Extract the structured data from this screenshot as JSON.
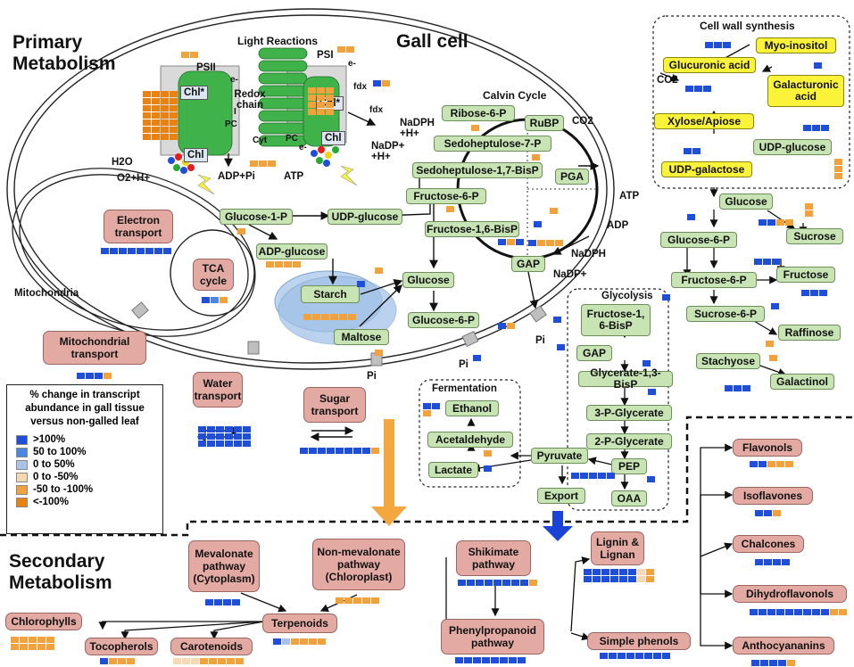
{
  "headings": {
    "primary": "Primary Metabolism",
    "secondary": "Secondary Metabolism",
    "gall_cell": "Gall cell",
    "light_reactions": "Light Reactions",
    "calvin_cycle": "Calvin Cycle",
    "cell_wall": "Cell wall synthesis",
    "mitochondria": "Mitochondria",
    "glycolysis": "Glycolysis",
    "fermentation": "Fermentation"
  },
  "light": {
    "psii": "PSII",
    "psi": "PSI",
    "chl_star_1": "Chl*",
    "chl_star_2": "Chl*",
    "chl_1": "Chl",
    "chl_2": "Chl",
    "redox": "Redox chain",
    "e1": "e-",
    "e2": "e-",
    "e3": "e-",
    "i": "I",
    "pc1": "PC",
    "cyt": "Cyt",
    "pc2": "PC",
    "fdx1": "fdx",
    "fdx2": "fdx",
    "nadph": "NaDPH +H+",
    "nadp": "NaDP+ +H+",
    "h2o": "H2O",
    "o2": "O2+H+",
    "adp": "ADP+Pi",
    "atp": "ATP"
  },
  "calvin": {
    "ribose": "Ribose-6-P",
    "rubp": "RuBP",
    "co2": "CO2",
    "sedo7p": "Sedoheptulose-7-P",
    "sedo17": "Sedoheptulose-1,7-BisP",
    "pga": "PGA",
    "f6p": "Fructose-6-P",
    "atp": "ATP",
    "adp": "ADP",
    "f16": "Fructose-1,6-BisP",
    "nadph": "NaDPH",
    "nadp": "NaDP+",
    "gap": "GAP"
  },
  "starch_path": {
    "g1p": "Glucose-1-P",
    "udpg": "UDP-glucose",
    "adpg": "ADP-glucose",
    "starch": "Starch",
    "glucose": "Glucose",
    "g6p": "Glucose-6-P",
    "maltose": "Maltose",
    "pi1": "Pi",
    "pi2": "Pi",
    "pi3": "Pi"
  },
  "wall": {
    "myo": "Myo-inositol",
    "glucuronic": "Glucuronic acid",
    "co2": "CO2",
    "galacturonic": "Galacturonic acid",
    "xylose": "Xylose/Apiose",
    "udpg": "UDP-glucose",
    "udpgal": "UDP-galactose"
  },
  "cyto": {
    "glucose": "Glucose",
    "g6p": "Glucose-6-P",
    "sucrose": "Sucrose",
    "f6p": "Fructose-6-P",
    "fructose": "Fructose",
    "suc6p": "Sucrose-6-P",
    "raffinose": "Raffinose",
    "stachyose": "Stachyose",
    "galactinol": "Galactinol"
  },
  "glyc": {
    "f16": "Fructose-1, 6-BisP",
    "gap": "GAP",
    "g13": "Glycerate-1,3-BisP",
    "p3g": "3-P-Glycerate",
    "p2g": "2-P-Glycerate",
    "pep": "PEP",
    "oaa": "OAA",
    "pyruvate": "Pyruvate",
    "export": "Export"
  },
  "ferm": {
    "ethanol": "Ethanol",
    "acetaldehyde": "Acetaldehyde",
    "lactate": "Lactate"
  },
  "transport": {
    "electron": "Electron transport",
    "tca": "TCA cycle",
    "mito": "Mitochondrial transport",
    "water": "Water transport",
    "sugar": "Sugar transport"
  },
  "secondary": {
    "mev": "Mevalonate pathway (Cytoplasm)",
    "nonmev": "Non-mevalonate pathway (Chloroplast)",
    "terpenoids": "Terpenoids",
    "chlorophylls": "Chlorophylls",
    "tocopherols": "Tocopherols",
    "carotenoids": "Carotenoids",
    "shikimate": "Shikimate pathway",
    "phenylpropanoid": "Phenylpropanoid pathway",
    "lignin": "Lignin & Lignan",
    "simple_phenols": "Simple phenols",
    "flavonols": "Flavonols",
    "isoflavones": "Isoflavones",
    "chalcones": "Chalcones",
    "dihydroflavonols": "Dihydroflavonols",
    "anthocyananins": "Anthocyananins"
  },
  "legend": {
    "title": "% change in transcript abundance in gall tissue versus non-galled leaf",
    "items": [
      {
        "label": ">100%",
        "color": "#1f4ed8"
      },
      {
        "label": "50 to 100%",
        "color": "#4a87e0"
      },
      {
        "label": "0 to 50%",
        "color": "#a9c3e6"
      },
      {
        "label": "0 to -50%",
        "color": "#f6d9b3"
      },
      {
        "label": "-50 to -100%",
        "color": "#f2a23a"
      },
      {
        "label": "<-100%",
        "color": "#e9820f"
      }
    ]
  },
  "colors": {
    "B": "#1f4ed8",
    "M": "#4a87e0",
    "L": "#a9c3e6",
    "P": "#f6d9b3",
    "O": "#f2a23a",
    "D": "#e9820f"
  },
  "heatmaps": {
    "psii": "OO",
    "psii_side": "DDDDDDDDDDDDDDDDDDDDDDDDDDDD",
    "psi": "OO",
    "psi_side": "OOOOOOOOOOOO",
    "atp": "OOO",
    "fdx": "BO",
    "e_transport": "BBBBBBBB",
    "tca": "BMO",
    "mito": "BBBO",
    "water": "BBBBBBBBBBBBBBBBBB",
    "sugar": "BBBBBBBBO",
    "g1p": "O",
    "adpg": "OOOO",
    "starch": "OOOOOO",
    "starch_b": "B",
    "glucose": "O",
    "maltose": "O",
    "g6p": "BO",
    "pi_g6p": "B",
    "sedo": "O",
    "f6p": "O",
    "f16": "BOB",
    "gap": "BOOO",
    "gap_b": "B",
    "calvin_a": "O",
    "calvin_b": "O",
    "calvin_c": "B",
    "myo": "BBB",
    "glucuronic": "B",
    "co2": "BBB",
    "udpg_w": "BBB",
    "udpg_w2": "BB",
    "side_o": "OOO",
    "glc_c": "BBOO",
    "glc_c2": "B",
    "g6p_c": "BBB",
    "suc": "OO",
    "fructose": "BBB",
    "f6p_c": "B",
    "suc6p": "B",
    "raff": "O",
    "stach": "O",
    "galact": "BBB",
    "glyc_f16": "B",
    "glyc_gap": "B",
    "glyc_g13": "B",
    "pep": "BBBBB",
    "pep2": "B",
    "ferm": "BBO",
    "ferm_acet": "O",
    "ferm_lac": "B",
    "mev": "BBBB",
    "nonmev": "OOOOO",
    "chlorophylls": "OOOOOOOOOO",
    "tocopherols": "BOOO",
    "carotenoids": "PPPOOOOO",
    "terpenoids": "BLOOOO",
    "terp2": "OO",
    "shikimate": "BBBBBBBBO",
    "phenylpropanoid": "BBBBBBBB",
    "lignin": "BBBBBBPOBBBBBBPO",
    "simple": "BBBBBBBB",
    "flavonols": "BBOOO",
    "isoflavones": "BBO",
    "chalcones": "BBBB",
    "dihydro": "BBBBBBBBBOO",
    "antho": "BBBBO"
  }
}
